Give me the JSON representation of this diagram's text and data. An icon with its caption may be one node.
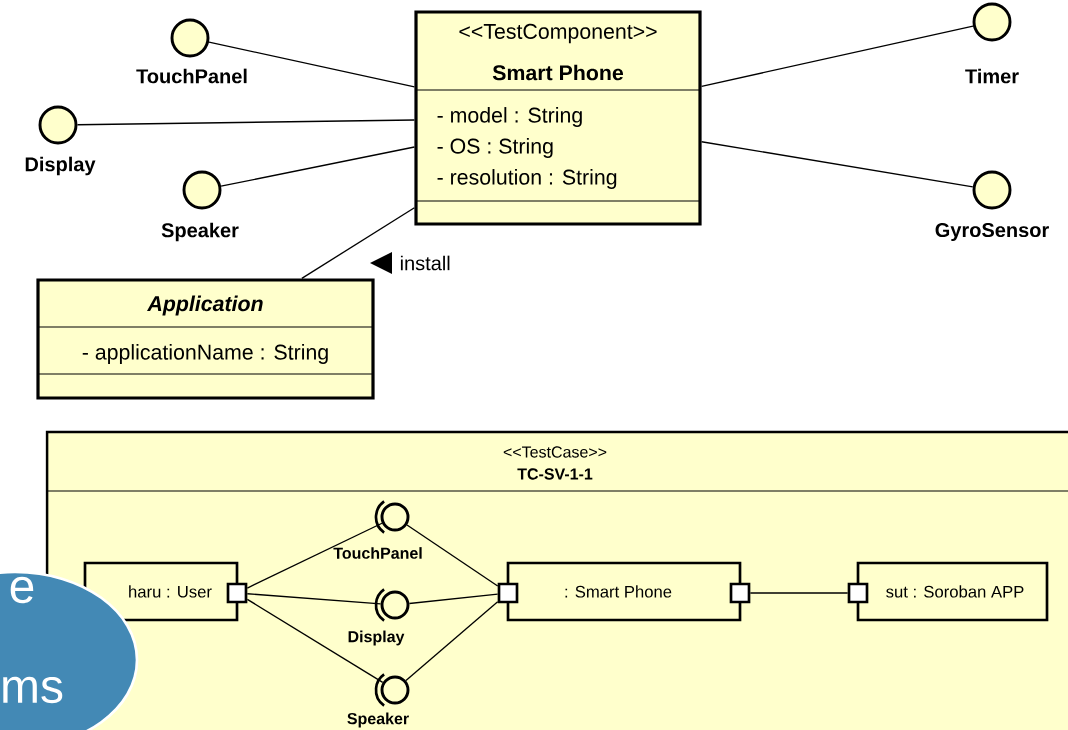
{
  "diagram": {
    "nodes": [
      {
        "text": [
          "<<TestComponent>>",
          "Smart Phone",
          "- model : String",
          "- OS : String",
          "- resolution : String"
        ]
      },
      {
        "text": [
          "TouchPanel"
        ]
      },
      {
        "text": [
          "Timer"
        ]
      },
      {
        "text": [
          "Display"
        ]
      },
      {
        "text": [
          "Speaker"
        ]
      },
      {
        "text": [
          "GyroSensor"
        ]
      },
      {
        "text": [
          "Application",
          "- applicationName : String"
        ]
      },
      {
        "text": [
          "<<TestCase>>",
          "TC-SV-1-1"
        ]
      },
      {
        "text": [
          "haru : User"
        ],
        "in": 7
      },
      {
        "text": [],
        "shape": "box",
        "in": 7
      },
      {
        "text": [
          "TouchPanel"
        ],
        "in": 7
      },
      {
        "text": [
          "Display"
        ],
        "in": 7
      },
      {
        "text": [
          "Speaker"
        ],
        "in": 7
      },
      {
        "text": [
          ": Smart Phone"
        ],
        "in": 7
      },
      {
        "text": [],
        "shape": "box",
        "in": 7
      },
      {
        "text": [],
        "shape": "box",
        "in": 7
      },
      {
        "text": [
          "sut : Soroban APP"
        ],
        "in": 7
      },
      {
        "text": [],
        "shape": "box",
        "in": 7
      }
    ],
    "edges": [
      {
        "from": 1,
        "to": 0,
        "arrow": "none"
      },
      {
        "from": 3,
        "to": 0,
        "arrow": "none"
      },
      {
        "from": 4,
        "to": 0,
        "arrow": "none"
      },
      {
        "from": 0,
        "to": 2,
        "arrow": "none"
      },
      {
        "from": 0,
        "to": 5,
        "arrow": "none"
      },
      {
        "from": 6,
        "to": 0,
        "arrow": "none",
        "label": "install"
      },
      {
        "from": 9,
        "to": 10,
        "arrow": "none"
      },
      {
        "from": 9,
        "to": 11,
        "arrow": "none"
      },
      {
        "from": 9,
        "to": 12,
        "arrow": "none"
      },
      {
        "from": 10,
        "to": 14,
        "arrow": "none"
      },
      {
        "from": 11,
        "to": 14,
        "arrow": "none"
      },
      {
        "from": 12,
        "to": 14,
        "arrow": "none"
      },
      {
        "from": 15,
        "to": 17,
        "arrow": "none"
      }
    ],
    "labels": [
      "e",
      "ms"
    ]
  }
}
